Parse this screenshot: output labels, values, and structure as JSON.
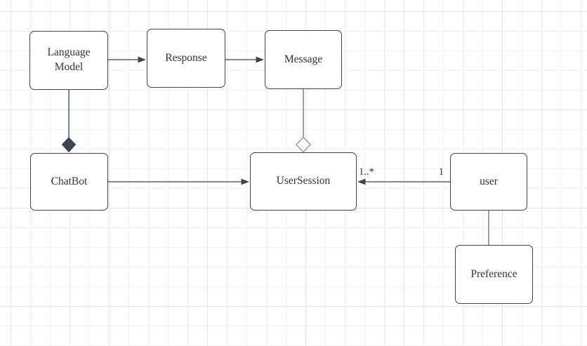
{
  "palette": {
    "canvas_bg": "#ffffff",
    "grid_minor": "#f0f1f2",
    "grid_major": "#e4e6e8",
    "stroke_dark": "#3c4352",
    "stroke_gray": "#9aa0a6",
    "node_fill": "#ffffff",
    "node_border": "#3c4352",
    "text_color": "#2d333e"
  },
  "diagram": {
    "kind": "uml-class-diagram",
    "nodes": {
      "language_model": {
        "label": "Language Model"
      },
      "response": {
        "label": "Response"
      },
      "message": {
        "label": "Message"
      },
      "chatbot": {
        "label": "ChatBot"
      },
      "user_session": {
        "label": "UserSession"
      },
      "user": {
        "label": "user"
      },
      "preference": {
        "label": "Preference"
      }
    },
    "edges": {
      "language_model_to_response": {
        "type": "directed-arrow",
        "from": "language_model",
        "to": "response"
      },
      "response_to_message": {
        "type": "directed-arrow",
        "from": "response",
        "to": "message"
      },
      "language_model_to_chatbot": {
        "type": "composition-filled-diamond",
        "from": "language_model",
        "to": "chatbot"
      },
      "message_to_user_session": {
        "type": "aggregation-hollow-diamond",
        "from": "message",
        "to": "user_session"
      },
      "chatbot_to_user_session": {
        "type": "directed-arrow",
        "from": "chatbot",
        "to": "user_session"
      },
      "user_to_user_session": {
        "type": "directed-arrow",
        "from": "user",
        "to": "user_session",
        "source_label": "1",
        "target_label": "1..*"
      },
      "user_to_preference": {
        "type": "plain-line",
        "from": "user",
        "to": "preference"
      }
    }
  }
}
